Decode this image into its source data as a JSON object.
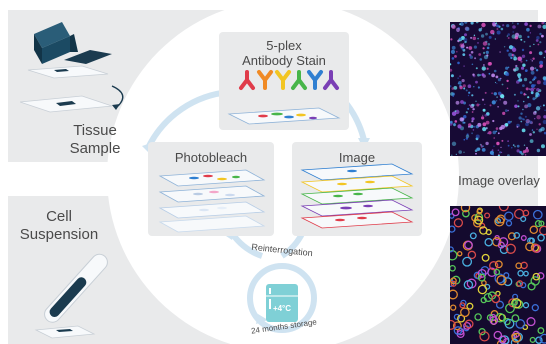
{
  "tissue": {
    "line1": "Tissue",
    "line2": "Sample"
  },
  "cell": {
    "line1": "Cell",
    "line2": "Suspension"
  },
  "cycle": {
    "stain": {
      "line1": "5-plex",
      "line2": "Antibody Stain"
    },
    "photobleach": "Photobleach",
    "image": "Image",
    "reinterrogation": "Reinterrogation",
    "storage_months": "24 months storage",
    "storage_temp": "+4°C"
  },
  "overlay": {
    "label": "Image overlay"
  },
  "colors": {
    "panel_gray": "#e9eaeb",
    "arrow_blue": "#cfe3f1",
    "fridge_teal": "#7fd0d6",
    "dark_navy": "#1b3b4f",
    "antibody_colors": [
      "#e03c4a",
      "#f08a24",
      "#f2c522",
      "#47b549",
      "#2f7fd1",
      "#7a3fb5"
    ]
  }
}
